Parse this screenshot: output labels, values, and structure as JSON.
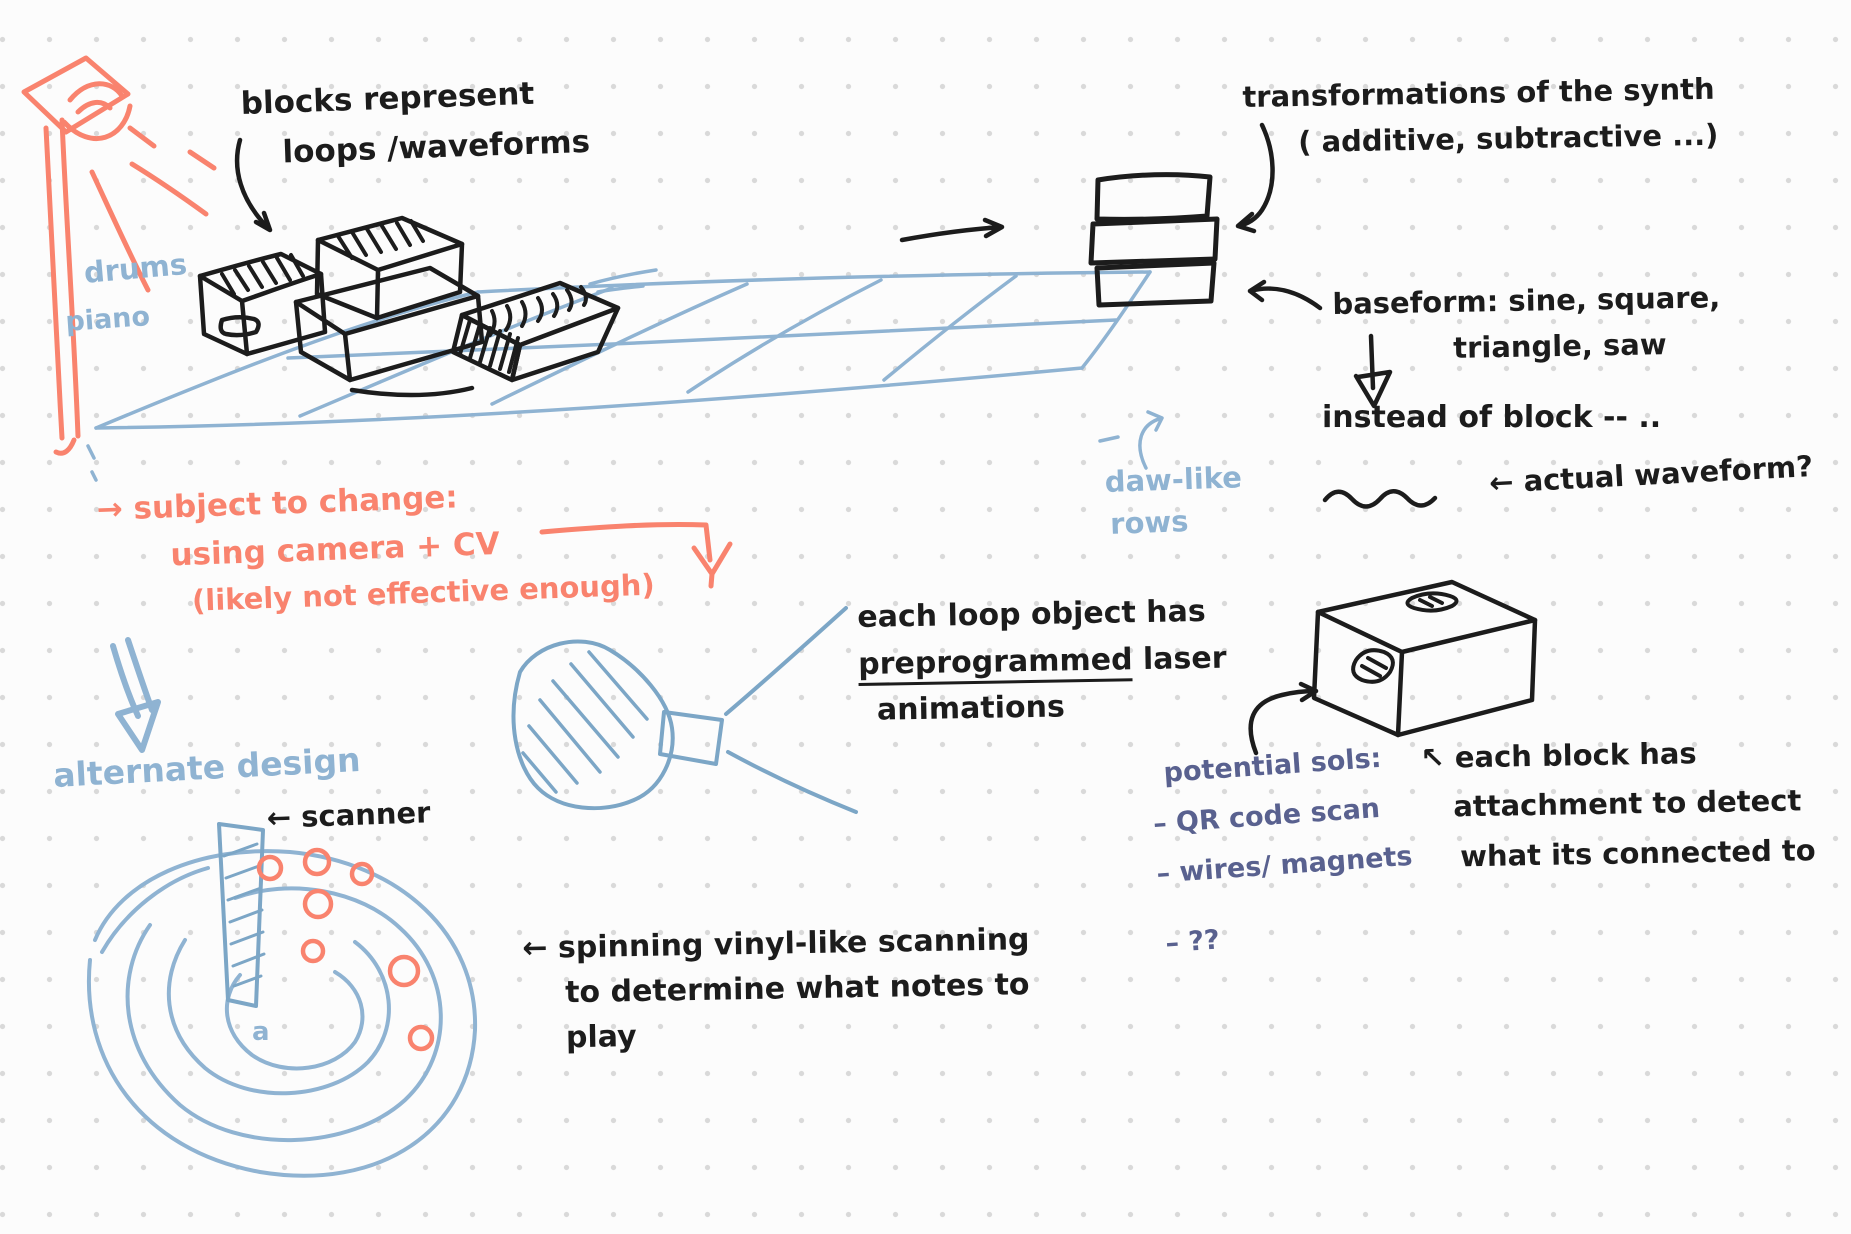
{
  "app": {
    "surface": "hand-drawn sketch whiteboard",
    "background": "#fcfcfc",
    "dot_grid_color": "#d9d9d9"
  },
  "colors": {
    "ink": "#1c1c1c",
    "salmon": "#f9836e",
    "blue": "#8fb3d2",
    "navy": "#59618f"
  },
  "notes": {
    "blocks": {
      "line1": "blocks represent",
      "line2": "loops /waveforms"
    },
    "transformations": {
      "line1": "transformations of the synth",
      "line2": "( additive, subtractive ...)"
    },
    "baseform": {
      "line1": "baseform: sine, square,",
      "line2": "triangle, saw"
    },
    "instead": {
      "line1": "instead of block -- .."
    },
    "actual": {
      "line1": "← actual waveform?"
    },
    "drums": {
      "label": "drums"
    },
    "piano": {
      "label": "piano"
    },
    "daw": {
      "line1": "daw-like",
      "line2": "rows"
    },
    "subject": {
      "line1": "→ subject to change:",
      "line2": "using camera + CV",
      "line3": "(likely not effective enough)"
    },
    "each_loop": {
      "line1": "each loop object has",
      "underlined": "preprogrammed",
      "line2_rest": " laser",
      "line3": "animations"
    },
    "potential": {
      "heading": "potential sols:",
      "item1": "– QR code scan",
      "item2": "– wires/ magnets",
      "item3": "– ??"
    },
    "each_block": {
      "line1": "↖ each block has",
      "line2": "attachment to detect",
      "line3": "what its connected to"
    },
    "alternate": {
      "label": "alternate design"
    },
    "scanner": {
      "label": "← scanner"
    },
    "spinning": {
      "line1": "← spinning vinyl-like scanning",
      "line2": "to determine what notes to",
      "line3": "play"
    },
    "vinyl": {
      "center_mark": "a"
    }
  }
}
